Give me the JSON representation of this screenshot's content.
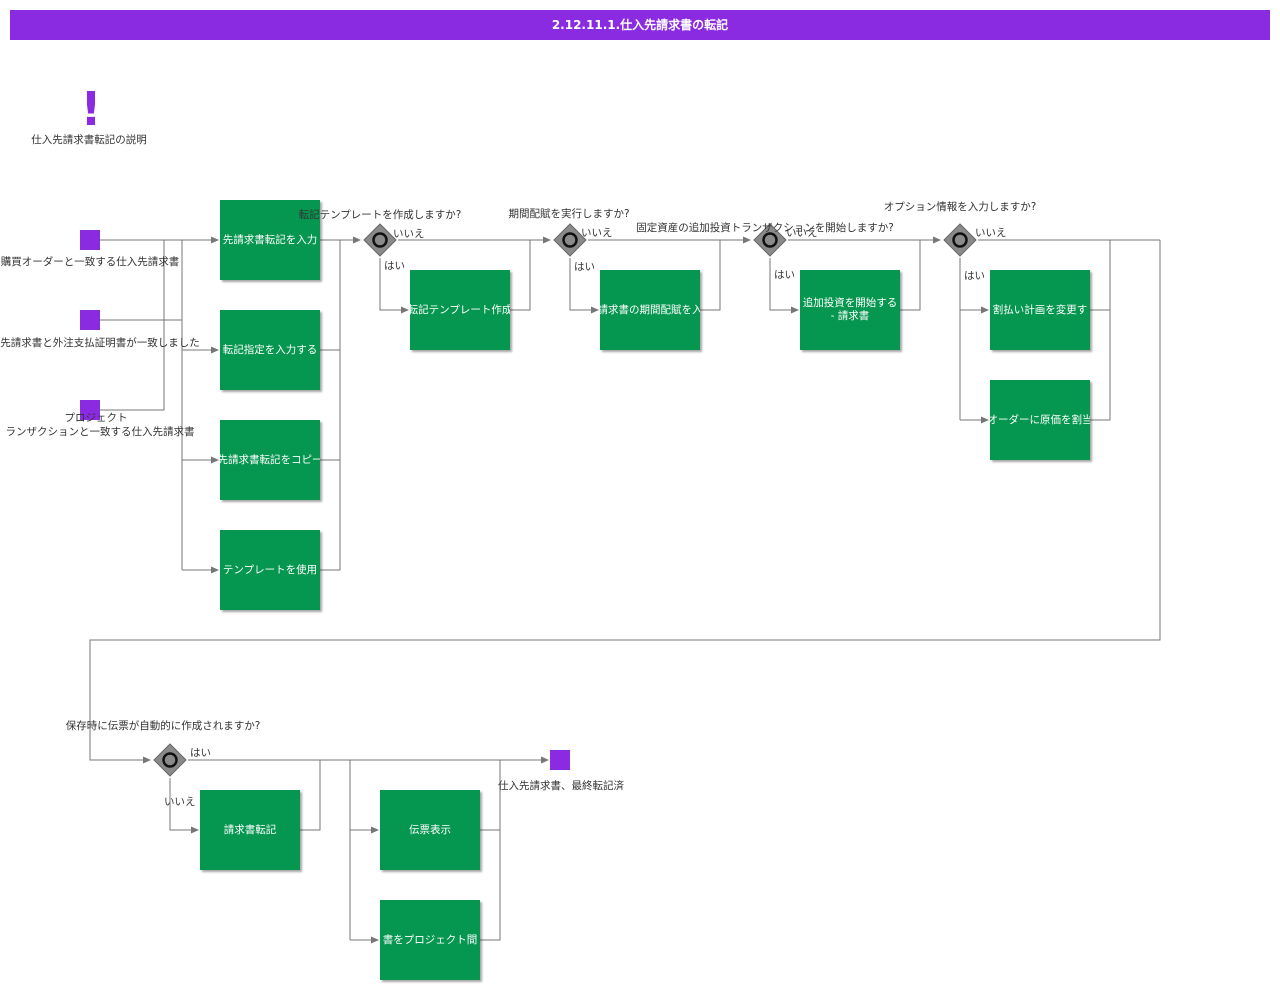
{
  "title": "2.12.11.1.仕入先請求書の転記",
  "note": {
    "mark": "!",
    "label": "仕入先請求書転記の説明"
  },
  "events": {
    "start1": "購買オーダーと一致する仕入先請求書",
    "start2": "先請求書と外注支払証明書が一致しました",
    "start3_line1": "プロジェクト",
    "start3_line2": "ランザクションと一致する仕入先請求書",
    "end": "仕入先請求書、最終転記済"
  },
  "tasks": {
    "enter_posting": "先請求書転記を入力",
    "enter_posting_spec": "転記指定を入力する",
    "copy_posting": "先請求書転記をコピー",
    "use_template": "テンプレートを使用",
    "create_template": "転記テンプレート作成",
    "period_alloc": "請求書の期間配賦を入",
    "start_additional_line1": "追加投資を開始する",
    "start_additional_line2": "- 請求書",
    "change_payment_plan": "割払い計画を変更す",
    "allocate_cost": "オーダーに原価を割当",
    "invoice_posting": "請求書転記",
    "voucher_display": "伝票表示",
    "project_transfer": "書をプロジェクト間"
  },
  "gateways": {
    "g1": {
      "question": "転記テンプレートを作成しますか?",
      "yes": "はい",
      "no": "いいえ"
    },
    "g2": {
      "question": "期間配賦を実行しますか?",
      "yes": "はい",
      "no": "いいえ"
    },
    "g3": {
      "question": "固定資産の追加投資トランザクションを開始しますか?",
      "yes": "はい",
      "no": "いいえ"
    },
    "g4": {
      "question": "オプション情報を入力しますか?",
      "yes": "はい",
      "no": "いいえ"
    },
    "g5": {
      "question": "保存時に伝票が自動的に作成されますか?",
      "yes": "はい",
      "no": "いいえ"
    }
  },
  "colors": {
    "title": "#8a2be2",
    "event": "#8a2be2",
    "task": "#05964f",
    "gateway": "#8a8a8a",
    "line": "#777777"
  }
}
